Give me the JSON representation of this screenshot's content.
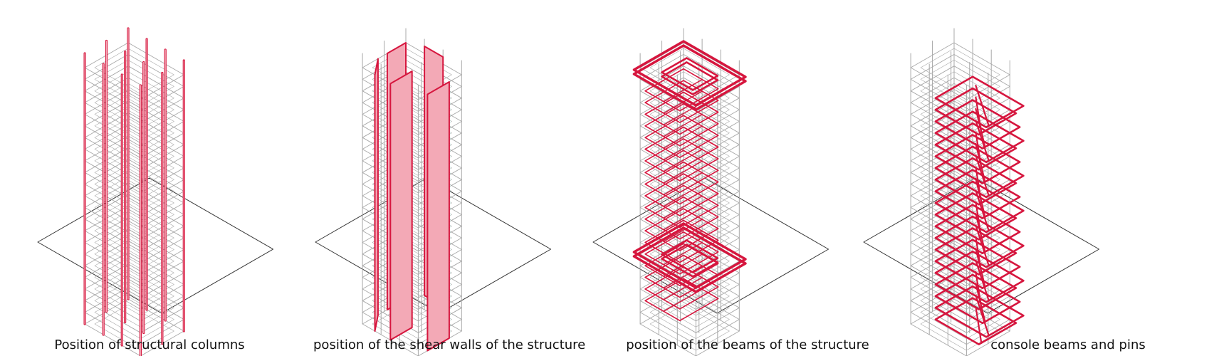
{
  "colors": {
    "accent": "#d6163e",
    "accent_fill": "#f3a9b6",
    "frame": "#a8a8a8",
    "site": "#333333",
    "caption": "#111111"
  },
  "panels": [
    {
      "caption": "Position of structural columns",
      "highlight": "columns"
    },
    {
      "caption": "position of the shear walls of the structure",
      "highlight": "shear-walls"
    },
    {
      "caption": "position of the beams of the structure",
      "highlight": "beams"
    },
    {
      "caption": "console beams and pins",
      "highlight": "console-beams"
    }
  ]
}
